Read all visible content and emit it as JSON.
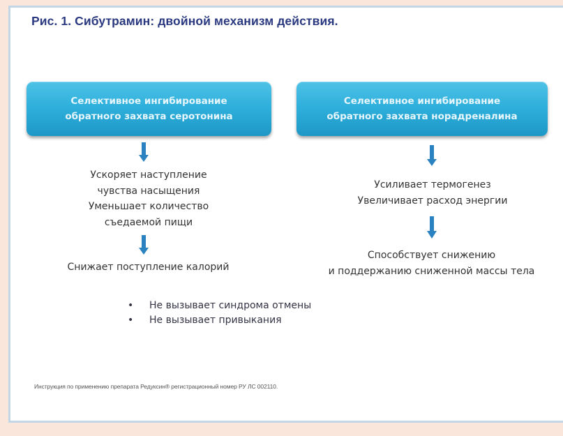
{
  "figure": {
    "title": "Рис. 1. Сибутрамин: двойной механизм действия."
  },
  "colors": {
    "background": "#fbe6dc",
    "frame_border": "#c3d6e6",
    "title": "#2b3a80",
    "box_fill": "#2fb0dc",
    "box_text": "#e6f6fc",
    "arrow": "#2b82c0",
    "body_text": "#333333"
  },
  "left_branch": {
    "box_lines": [
      "Селективное ингибирование",
      "обратного захвата серотонина"
    ],
    "effects_lines": [
      "Ускоряет наступление",
      "чувства насыщения",
      "Уменьшает количество",
      "съедаемой пищи"
    ],
    "result_lines": [
      "Снижает поступление калорий"
    ]
  },
  "right_branch": {
    "box_lines": [
      "Селективное ингибирование",
      "обратного захвата норадреналина"
    ],
    "effects_lines": [
      "Усиливает термогенез",
      "Увеличивает расход энергии"
    ],
    "result_lines": [
      "Способствует снижению",
      "и поддержанию сниженной массы тела"
    ]
  },
  "bullets": {
    "marker": "•",
    "items": [
      "Не вызывает синдрома отмены",
      "Не вызывает привыкания"
    ]
  },
  "footnote": "Инструкция по применению препарата Редуксин® регистрационный номер РУ ЛС 002110."
}
